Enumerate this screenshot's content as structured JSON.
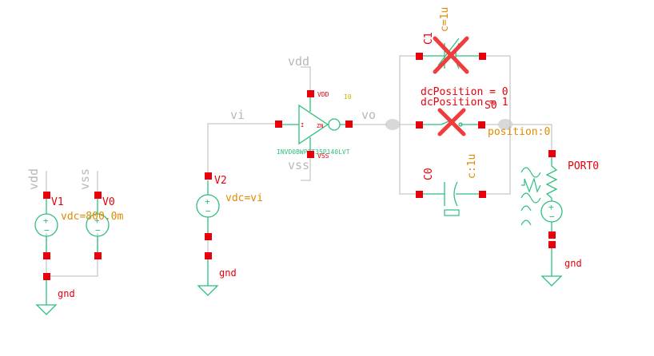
{
  "nets": {
    "vdd_left": "vdd",
    "vss_left": "vss",
    "vdd_inv": "vdd",
    "vss_inv": "vss",
    "vi": "vi",
    "vo": "vo"
  },
  "instances": {
    "v1": "V1",
    "v0": "V0",
    "v2": "V2",
    "c1": "C1",
    "c0": "C0",
    "s0": "S0",
    "port0": "PORT0"
  },
  "params": {
    "v1v0_vdc": "vdc=800.0m",
    "v2_vdc": "vdc=vi",
    "c1_c": "c=1u",
    "c0_c": "c:1u",
    "dc_pos_0": "dcPosition = 0",
    "dc_pos_1": "dcPosition = 1",
    "position": "position:0"
  },
  "inverter": {
    "pin_vdd": "VDD",
    "pin_vss": "VSS",
    "pin_i": "I",
    "pin_zn": "ZN",
    "pin_i0": "I0",
    "cell_name": "INVD0BWP7T35P140LVT"
  },
  "ground": {
    "g1": "gnd",
    "g2": "gnd",
    "g3": "gnd"
  },
  "colors": {
    "wire": "#c8c8c8",
    "device": "#2fbf7f",
    "pin": "#e8000b",
    "param": "#e08a00",
    "cross": "#f03c3c"
  }
}
